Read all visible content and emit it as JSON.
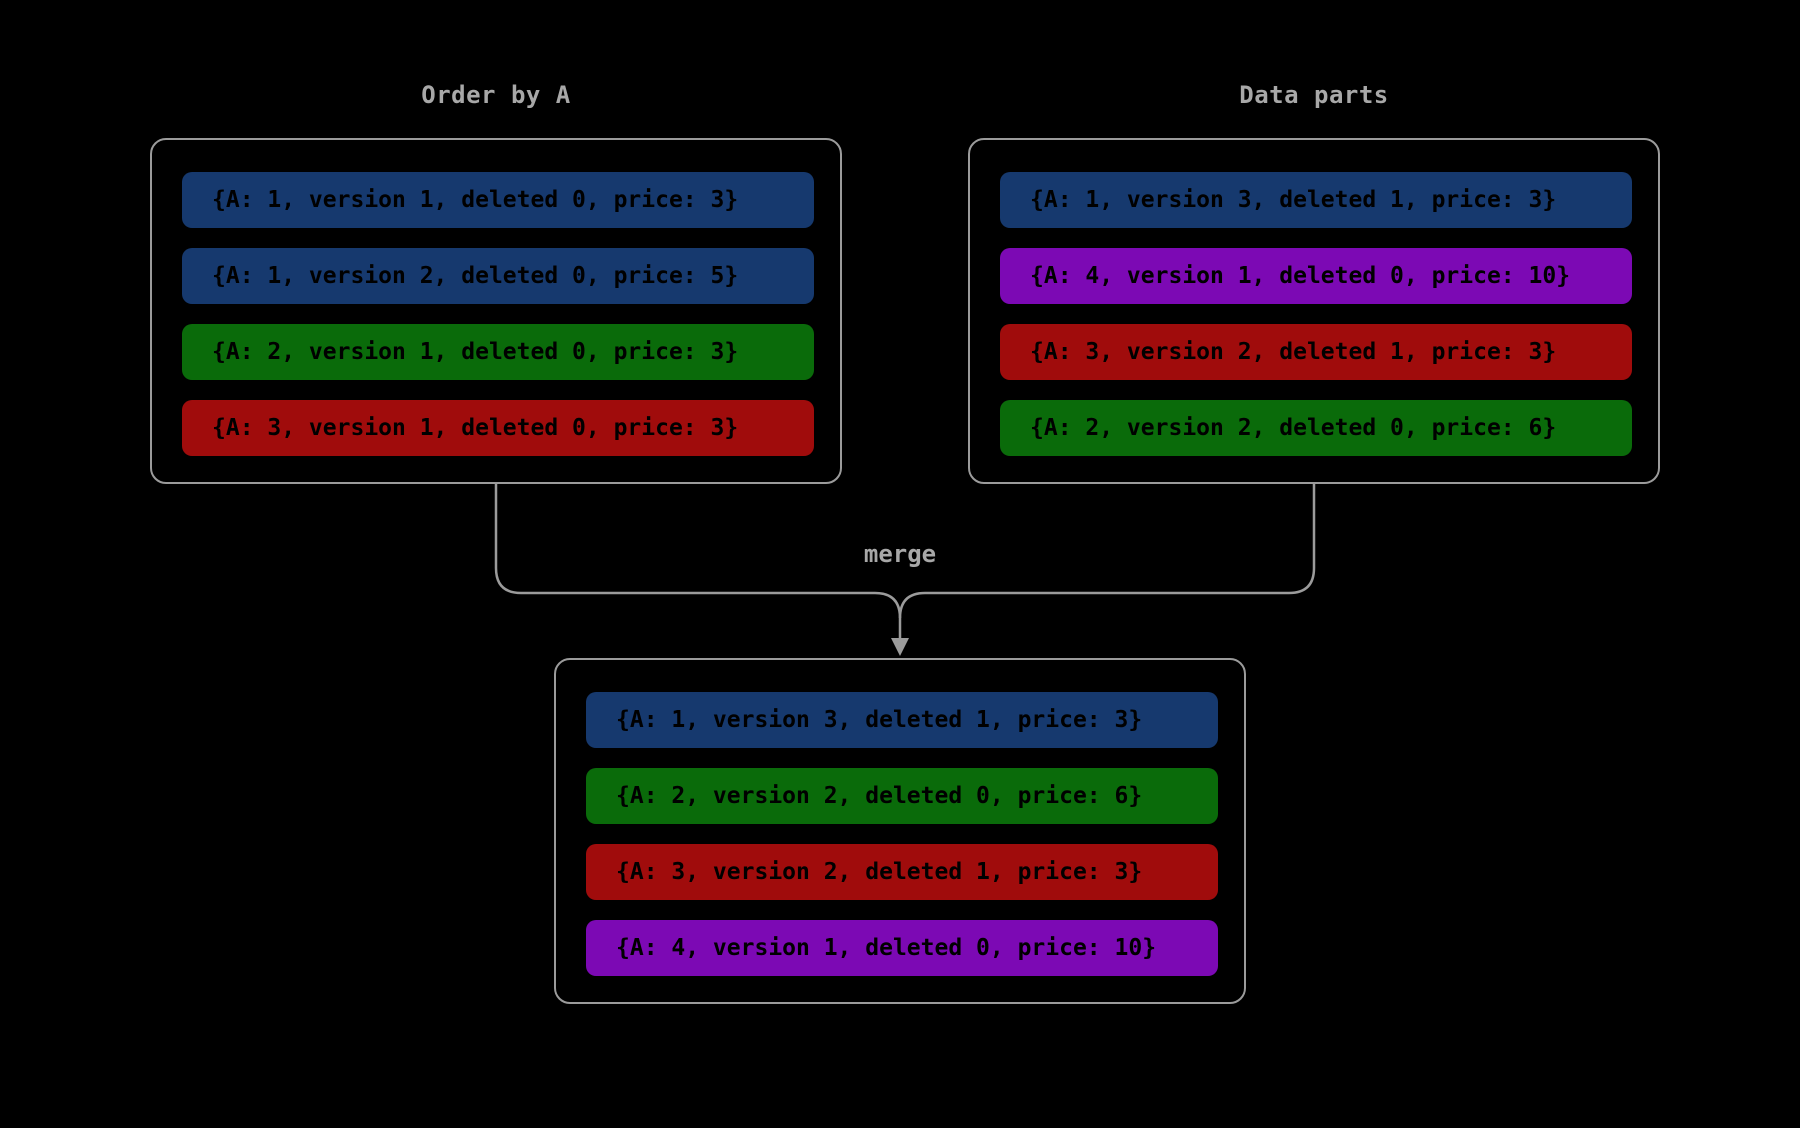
{
  "diagram": {
    "background": "#000000",
    "line_color": "#9b9b9b",
    "label_color": "#a8a8a8",
    "row_text_color": "#ffffff"
  },
  "left_box": {
    "title": "Order by A",
    "rows": [
      {
        "text": "{A: 1, version 1, deleted 0, price: 3}",
        "color": "#16396e"
      },
      {
        "text": "{A: 1, version 2, deleted 0, price: 5}",
        "color": "#16396e"
      },
      {
        "text": "{A: 2, version 1, deleted 0, price: 3}",
        "color": "#0a6b0a"
      },
      {
        "text": "{A: 3, version 1, deleted 0, price: 3}",
        "color": "#a00c0c"
      }
    ]
  },
  "right_box": {
    "title": "Data parts",
    "rows": [
      {
        "text": "{A: 1, version 3, deleted 1, price: 3}",
        "color": "#16396e"
      },
      {
        "text": "{A: 4, version 1, deleted 0, price: 10}",
        "color": "#7c09b4"
      },
      {
        "text": "{A: 3, version 2, deleted 1, price: 3}",
        "color": "#a00c0c"
      },
      {
        "text": "{A: 2, version 2, deleted 0, price: 6}",
        "color": "#0a6b0a"
      }
    ]
  },
  "merge": {
    "label": "merge"
  },
  "merged_box": {
    "rows": [
      {
        "text": "{A: 1, version 3, deleted 1, price: 3}",
        "color": "#16396e"
      },
      {
        "text": "{A: 2, version 2, deleted 0, price: 6}",
        "color": "#0a6b0a"
      },
      {
        "text": "{A: 3, version 2, deleted 1, price: 3}",
        "color": "#a00c0c"
      },
      {
        "text": "{A: 4, version 1, deleted 0, price: 10}",
        "color": "#7c09b4"
      }
    ]
  }
}
